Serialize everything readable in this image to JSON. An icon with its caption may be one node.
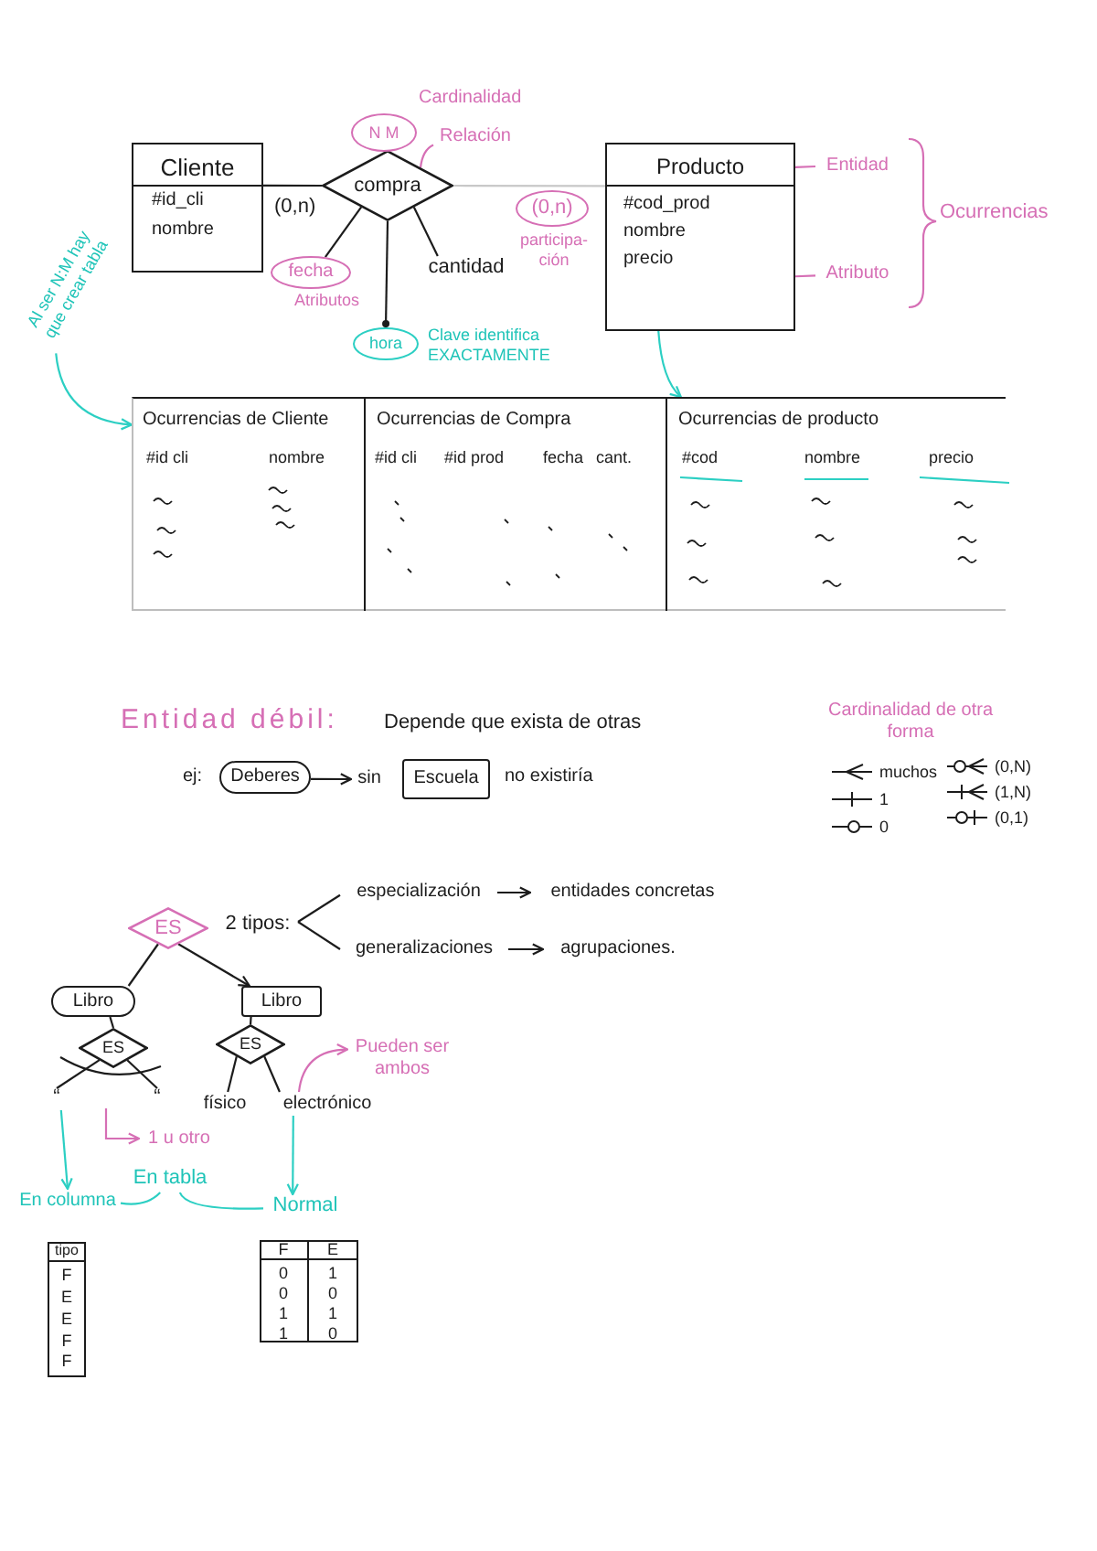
{
  "diagram": {
    "nodes": [
      {
        "text": [
          "Cliente",
          "#id_cli",
          "nombre"
        ]
      },
      {
        "text": [
          "compra"
        ]
      },
      {
        "text": [
          "Producto",
          "#cod_prod",
          "nombre",
          "precio"
        ]
      },
      {
        "text": [
          "N M"
        ],
        "beside": [
          "Cardinalidad"
        ]
      },
      {
        "text": [
          "(0,n)"
        ],
        "beside": [
          "participa- ción"
        ]
      },
      {
        "text": [
          "fecha"
        ],
        "beside": [
          "Atributos"
        ]
      },
      {
        "text": [
          "cantidad"
        ]
      },
      {
        "text": [
          "hora"
        ],
        "beside": [
          "Clave identifica EXACTAMENTE"
        ]
      },
      {
        "text": [
          "Relación"
        ]
      },
      {
        "text": [
          "Entidad"
        ]
      },
      {
        "text": [
          "Atributo"
        ]
      },
      {
        "text": [
          "Al ser N:M hay que crear tabla"
        ]
      },
      {
        "text": [],
        "shape": "box"
      },
      {
        "text": [
          "Ocurrencias de Cliente",
          "#id cli",
          "nombre"
        ],
        "in": 12
      },
      {
        "text": [
          "Ocurrencias de Compra",
          "#id cli",
          "#id prod",
          "fecha",
          "cant."
        ],
        "in": 12
      },
      {
        "text": [
          "Ocurrencias de producto",
          "#cod",
          "nombre",
          "precio"
        ],
        "in": 12
      },
      {
        "text": [
          "Deberes"
        ]
      },
      {
        "text": [
          "sin"
        ]
      },
      {
        "text": [
          "Escuela"
        ],
        "beside": [
          "no existiría"
        ]
      },
      {
        "text": [
          "ES"
        ]
      },
      {
        "text": [
          "2 tipos:"
        ]
      },
      {
        "text": [
          "especialización"
        ]
      },
      {
        "text": [
          "entidades concretas"
        ]
      },
      {
        "text": [
          "generalizaciones"
        ]
      },
      {
        "text": [
          "agrupaciones."
        ]
      },
      {
        "text": [
          "Libro"
        ]
      },
      {
        "text": [
          "Libro"
        ]
      },
      {
        "text": [
          "ES"
        ]
      },
      {
        "text": [
          "ES"
        ]
      },
      {
        "text": [
          "“"
        ]
      },
      {
        "text": [
          "“"
        ]
      },
      {
        "text": [
          "físico"
        ]
      },
      {
        "text": [
          "electrónico"
        ]
      },
      {
        "text": [
          "Pueden ser ambos"
        ]
      },
      {
        "text": [
          "1 u otro"
        ]
      },
      {
        "text": [
          "En columna"
        ]
      },
      {
        "text": [
          "En tabla"
        ]
      },
      {
        "text": [
          "Normal"
        ]
      }
    ],
    "edges": [
      {
        "from": 0,
        "to": 1,
        "arrow": "none",
        "label": "(0,n)"
      },
      {
        "from": 1,
        "to": 2,
        "arrow": "none",
        "color": "#c8c8c8"
      },
      {
        "from": 1,
        "to": 5,
        "arrow": "none"
      },
      {
        "from": 1,
        "to": 6,
        "arrow": "none"
      },
      {
        "from": 1,
        "to": 7,
        "arrow": "other"
      },
      {
        "from": 8,
        "to": 1,
        "arrow": "none",
        "color": "#d66fb5"
      },
      {
        "from": 9,
        "to": 2,
        "arrow": "none",
        "color": "#d66fb5"
      },
      {
        "from": 10,
        "to": 2,
        "arrow": "none",
        "color": "#d66fb5"
      },
      {
        "from": 11,
        "to": 12,
        "arrow": "to",
        "color": "#2ccfc3"
      },
      {
        "from": 2,
        "to": 15,
        "arrow": "to",
        "color": "#2ccfc3"
      },
      {
        "from": 16,
        "to": 17,
        "arrow": "to"
      },
      {
        "from": 20,
        "to": 21,
        "arrow": "none"
      },
      {
        "from": 20,
        "to": 23,
        "arrow": "none"
      },
      {
        "from": 21,
        "to": 22,
        "arrow": "to"
      },
      {
        "from": 23,
        "to": 24,
        "arrow": "to"
      },
      {
        "from": 19,
        "to": 25,
        "arrow": "none"
      },
      {
        "from": 19,
        "to": 26,
        "arrow": "to"
      },
      {
        "from": 25,
        "to": 27,
        "arrow": "none"
      },
      {
        "from": 26,
        "to": 28,
        "arrow": "none"
      },
      {
        "from": 27,
        "to": 29,
        "arrow": "none"
      },
      {
        "from": 27,
        "to": 30,
        "arrow": "none"
      },
      {
        "from": 28,
        "to": 31,
        "arrow": "none"
      },
      {
        "from": 28,
        "to": 32,
        "arrow": "none"
      },
      {
        "from": 32,
        "to": 33,
        "arrow": "to",
        "color": "#d66fb5"
      },
      {
        "from": null,
        "to": 34,
        "arrow": "to",
        "color": "#d66fb5"
      },
      {
        "from": 29,
        "to": 35,
        "arrow": "to",
        "color": "#2ccfc3"
      },
      {
        "from": 32,
        "to": 37,
        "arrow": "to",
        "color": "#2ccfc3"
      },
      {
        "from": 36,
        "to": 35,
        "arrow": "none",
        "color": "#2ccfc3"
      },
      {
        "from": 36,
        "to": 37,
        "arrow": "none",
        "color": "#2ccfc3"
      }
    ],
    "labels": [
      "Ocurrencias",
      "Entidad débil:",
      "Depende que exista de otras",
      "ej:",
      "Cardinalidad de otra forma",
      "tipo",
      "F",
      "E",
      "E",
      "F",
      "F",
      "F",
      "E",
      "0",
      "1",
      "0",
      "0",
      "1",
      "1",
      "1",
      "0"
    ],
    "legend": [
      {
        "text": "muchos"
      },
      {
        "text": "1"
      },
      {
        "text": "0"
      },
      {
        "text": "(0,N)"
      },
      {
        "text": "(1,N)"
      },
      {
        "text": "(0,1)"
      }
    ]
  }
}
